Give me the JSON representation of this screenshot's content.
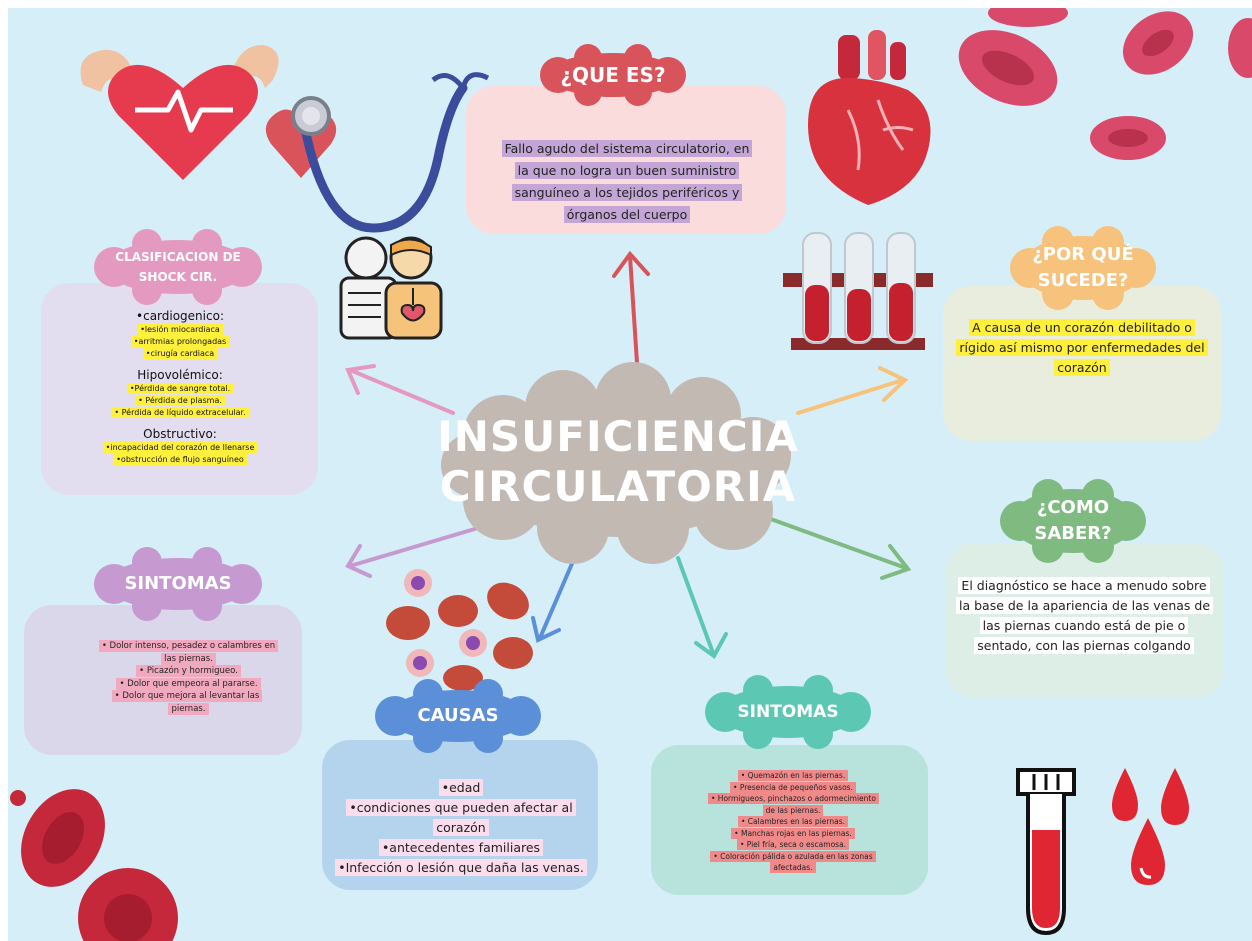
{
  "center": {
    "line1": "INSUFICIENCIA",
    "line2": "CIRCULATORIA"
  },
  "que_es": {
    "title": "¿QUE ES?",
    "body": "Fallo agudo del sistema circulatorio, en la que no logra un buen suministro sanguíneo a los tejidos periféricos y órganos del cuerpo"
  },
  "por_que": {
    "title_line1": "¿POR QUÉ",
    "title_line2": "SUCEDE?",
    "body": "A causa de un corazón debilitado o rígido así mismo por enfermedades del corazón"
  },
  "como_saber": {
    "title_line1": "¿COMO",
    "title_line2": "SABER?",
    "body": "El diagnóstico se hace a menudo sobre la base de la apariencia de las venas de las piernas cuando está de pie o sentado, con las piernas colgando"
  },
  "clasificacion": {
    "title_line1": "CLASIFICACION DE",
    "title_line2": "SHOCK CIR.",
    "groups": [
      {
        "heading": "•cardiogenico:",
        "items": [
          "•lesión miocardiaca",
          "•arritmias prolongadas",
          "•cirugía cardiaca"
        ]
      },
      {
        "heading": "Hipovolémico:",
        "items": [
          "•Pérdida de sangre total.",
          "• Pérdida de plasma.",
          "• Pérdida de líquido extracelular."
        ]
      },
      {
        "heading": "Obstructivo:",
        "items": [
          "•incapacidad del corazón de llenarse",
          "•obstrucción de flujo sanguíneo"
        ]
      }
    ]
  },
  "sintomas_left": {
    "title": "SINTOMAS",
    "items": [
      "• Dolor intenso, pesadez o calambres en las piernas.",
      "• Picazón y hormigueo.",
      "• Dolor que empeora al pararse.",
      "• Dolor que mejora al levantar las piernas."
    ]
  },
  "causas": {
    "title": "CAUSAS",
    "items": [
      "•edad",
      "•condiciones que pueden afectar al corazón",
      "•antecedentes familiares",
      "•Infección o lesión que daña las venas."
    ]
  },
  "sintomas_right": {
    "title": "SINTOMAS",
    "items": [
      "• Quemazón en las piernas.",
      "• Presencia de pequeños vasos.",
      "• Hormigueos, pinchazos o adormecimiento de las piernas.",
      "• Calambres en las piernas.",
      "• Manchas rojas en las piernas.",
      "• Piel fría, seca o escamosa.",
      "• Coloración pálida o azulada en las zonas afectadas."
    ]
  },
  "colors": {
    "background": "#d6eef8",
    "center_cloud": "#c2b9b3",
    "que_es_tag": "#d9545a",
    "por_que_tag": "#f6c27c",
    "como_saber_tag": "#7fba80",
    "clasificacion_tag": "#e49ac0",
    "sintomas_left_tag": "#c69ad0",
    "causas_tag": "#5b8fd8",
    "sintomas_right_tag": "#5cc8b4"
  },
  "icons": [
    "heart-biceps-icon",
    "heart-pulse-icon",
    "stethoscope-icon",
    "anatomical-heart-icon",
    "red-blood-cells-icon",
    "test-tubes-icon",
    "skeleton-body-icon",
    "blood-cells-icon",
    "test-tube-icon",
    "blood-drops-icon"
  ]
}
